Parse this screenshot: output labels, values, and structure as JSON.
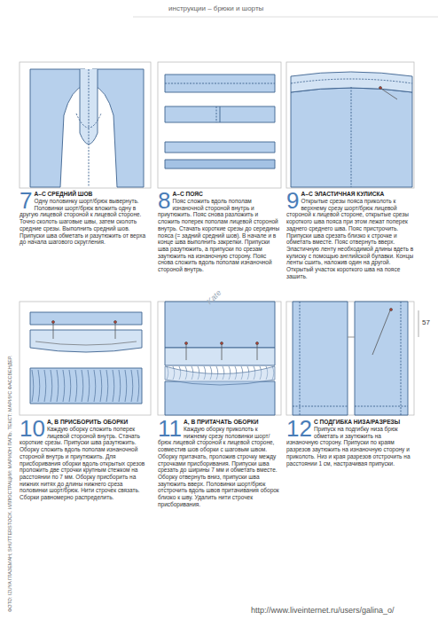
{
  "diagram": {
    "title": "инструкции – брюки и шорты",
    "labels": [
      "7",
      "А–С СРЕДНИЙ ШОВ",
      "Одну половинку шорт/брюк вывернуть. Половинки шорт/брюк вложить одну в другую лицевой стороной к лицевой стороне. Точно сколоть шаговые швы, затем сколоть средние срезы. Выполнить средний шов. Припуски шва обметать и разутюжить от верха до начала шагового скругления.",
      "8",
      "А–С ПОЯС",
      "Пояс сложить вдоль пополам изнаночной стороной внутрь и приутюжить. Пояс снова разложить и сложить поперек пополам лицевой стороной внутрь. Стачать короткие срезы до середины пояса (= задний средний шов). В начале и в конце шва выполнить закрепки. Припуски шва разутюжить, а припуски по срезам заутюжить на изнаночную сторону. Пояс снова сложить вдоль пополам изнаночной стороной внутрь.",
      "9",
      "А–С ЭЛАСТИЧНАЯ КУЛИСКА",
      "Открытые срезы пояса приколоть к верхнему срезу шорт/брюк лицевой стороной к лицевой стороне, открытые срезы короткого шва пояса при этом лежат поперек заднего среднего шва. Пояс пристрочить. Припуски шва срезать близко к строчке и обметать вместе. Пояс отвернуть вверх. Эластичную ленту необходимой длины вдеть в кулиску с помощью английской булавки. Концы ленты сшить, наложив один на другой. Открытый участок короткого шва на поясе зашить.",
      "10",
      "А, В ПРИСБОРИТЬ ОБОРКИ",
      "Каждую оборку сложить поперек лицевой стороной внутрь. Стачать короткие срезы. Припуски шва разутюжить. Оборку сложить вдоль пополам изнаночной стороной внутрь и приутюжить. Для присборивания оборки вдоль открытых срезов проложить две строчки крупным стежком на расстоянии по 7 мм. Оборку присборить на нижних нитях до длины нижнего среза половинки шорт/брюк. Нити строчек связать. Сборки равномерно распределить.",
      "11",
      "А, В ПРИТАЧАТЬ ОБОРКИ",
      "Каждую оборку приколоть к нижнему срезу половинки шорт/брюк лицевой стороной к лицевой стороне, совместив шов оборки с шаговым швом. Оборку притачать, проложив строчку между строчками присборивания. Припуски шва срезать до ширины 7 мм и обметать вместе. Оборку отвернуть вниз, припуски шва заутюжить вверх. Половинки шорт/брюк отстрочить вдоль швов притачивания оборок близко к шву. Удалить нити строчек присборивания.",
      "12",
      "С ПОДГИБКА НИЗА/РАЗРЕЗЫ",
      "Припуск на подгибку низа брюк обметать и заутюжить на изнаночную сторону. Припуски по краям разрезов заутюжить на изнаночную сторону и приколоть. Низ и края разрезов отстрочить на расстоянии 1 см, настрачивая припуски.",
      "57",
      "ФОТО: IZUYA ГЛАЗЕМАН; SHUTTERSTOCK. ИЛЛЮСТРАЦИИ: МАРИОН ПАПЬ. ТЕКСТ: МАРИУС ФАССБЕНДЕР.",
      "Kate",
      "http://www.liveinternet.ru/users/galina_o/"
    ]
  }
}
